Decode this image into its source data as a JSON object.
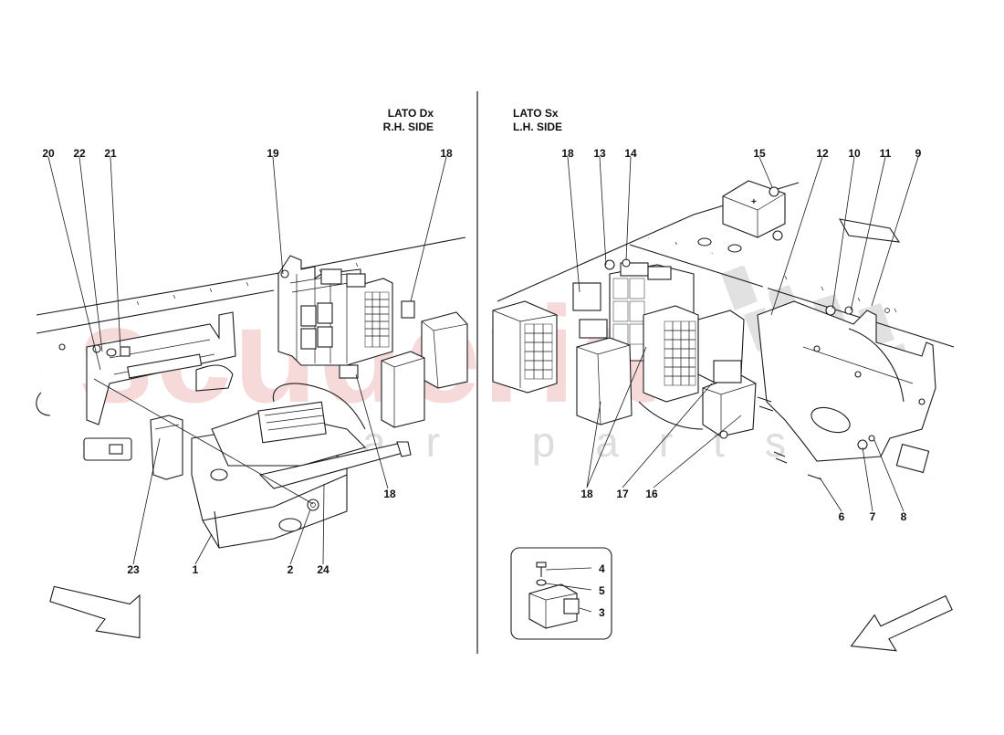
{
  "right_side": {
    "title_it": "LATO Dx",
    "title_en": "R.H. SIDE"
  },
  "left_side": {
    "title_it": "LATO Sx",
    "title_en": "L.H. SIDE"
  },
  "watermark": {
    "main": "scuderia",
    "sub": "car parts"
  },
  "callouts": {
    "c20": "20",
    "c22": "22",
    "c21": "21",
    "c19": "19",
    "c18a": "18",
    "c23": "23",
    "c1": "1",
    "c2": "2",
    "c24": "24",
    "c18b": "18",
    "c18c": "18",
    "c13": "13",
    "c14": "14",
    "c15": "15",
    "c12": "12",
    "c10": "10",
    "c11": "11",
    "c9": "9",
    "c18d": "18",
    "c17": "17",
    "c16": "16",
    "c6": "6",
    "c7": "7",
    "c8": "8",
    "c4": "4",
    "c5": "5",
    "c3": "3"
  },
  "colors": {
    "line": "#1a1a1a",
    "watermark": "#f0bcbc",
    "background": "#ffffff"
  }
}
